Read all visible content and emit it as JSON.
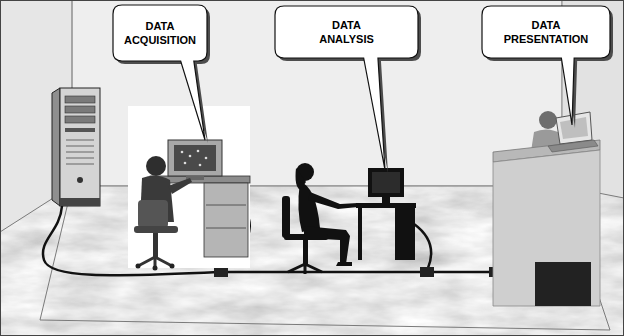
{
  "diagram": {
    "nodes": [
      {
        "text": [
          "DATA ACQUISITION"
        ]
      },
      {
        "text": [
          "DATA ANALYSIS"
        ]
      },
      {
        "text": [
          "DATA PRESENTATION"
        ]
      }
    ]
  }
}
